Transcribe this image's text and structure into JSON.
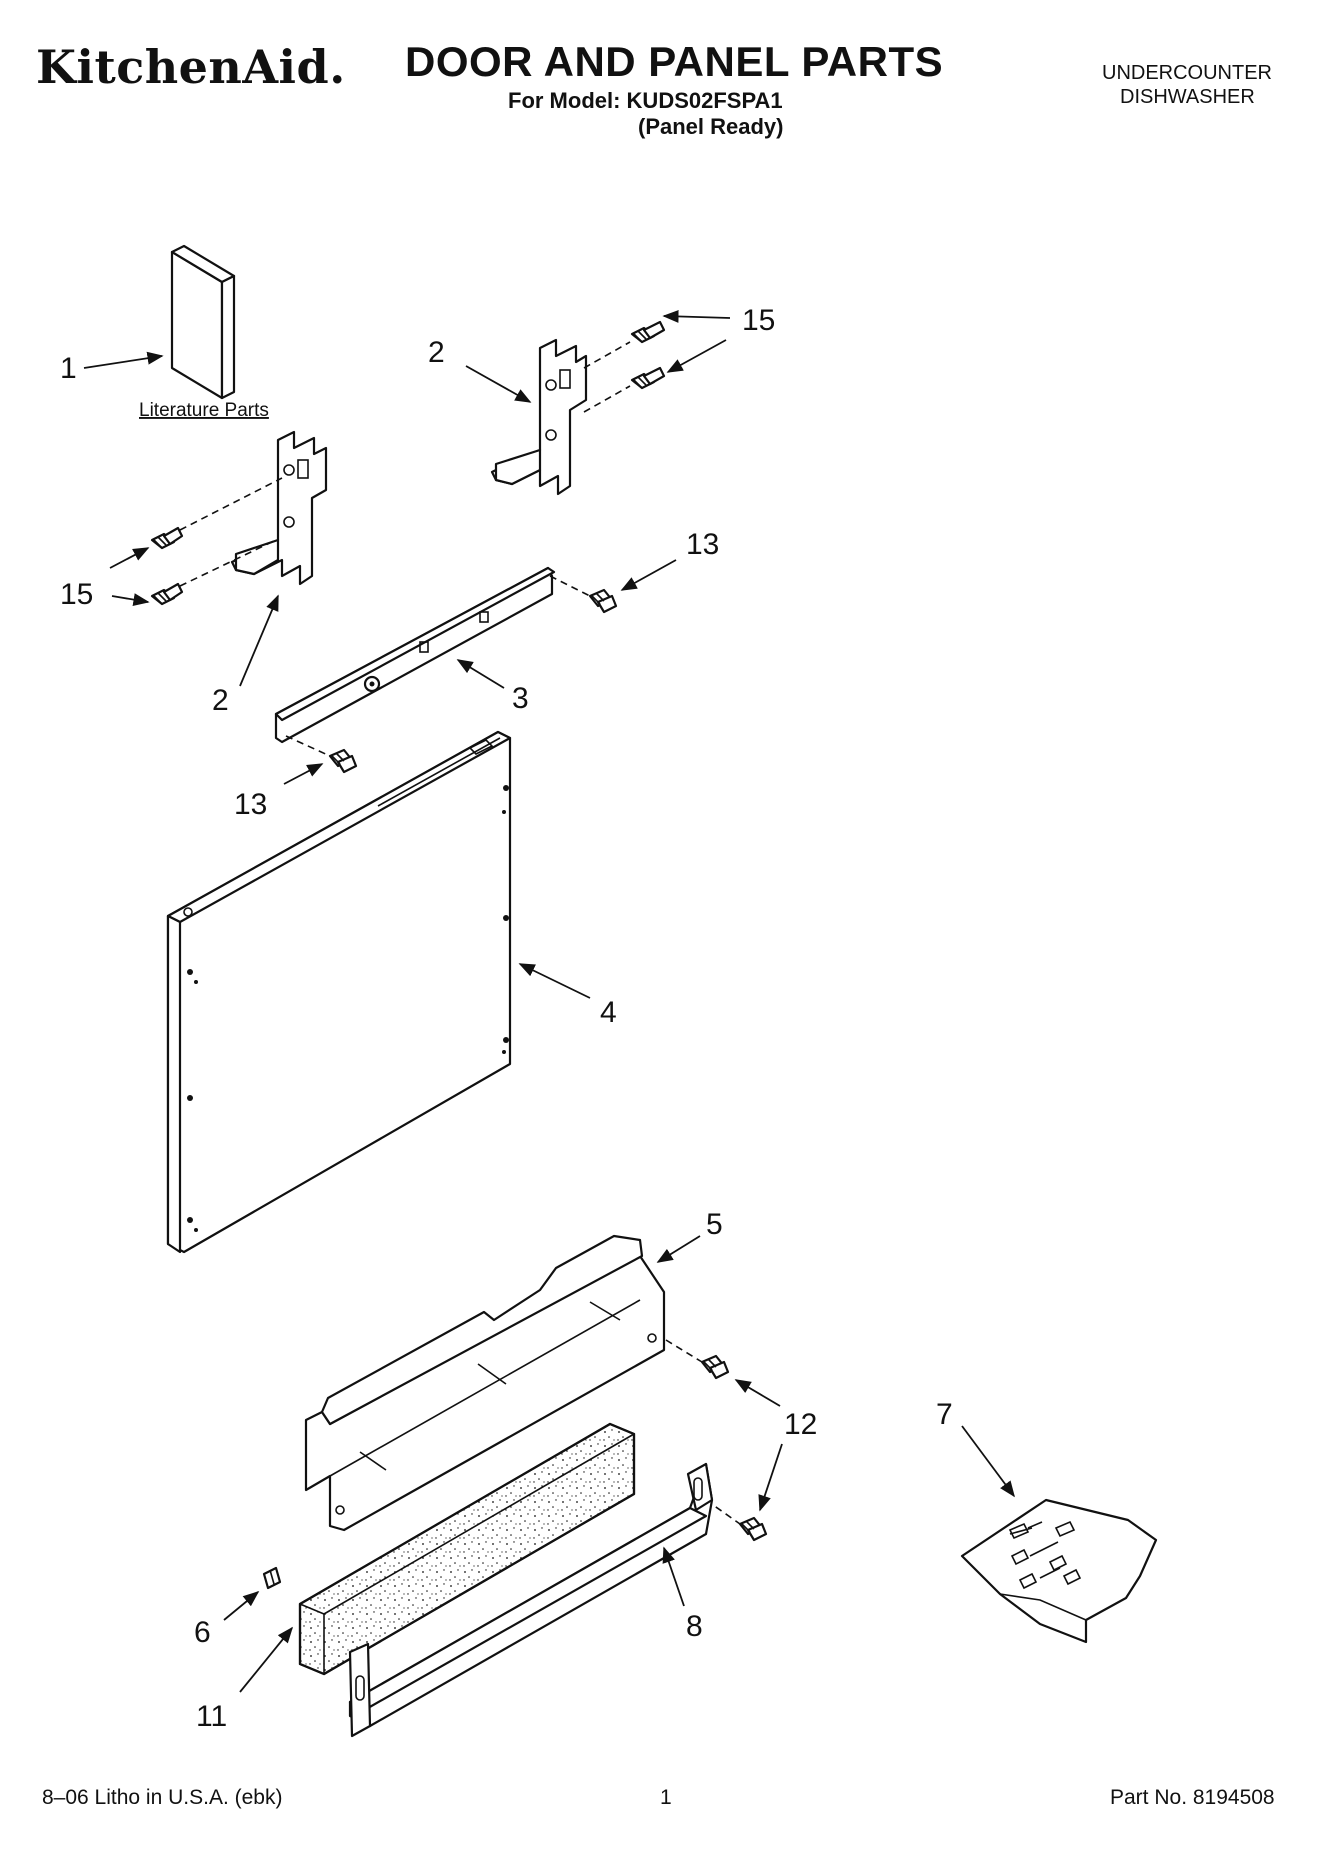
{
  "header": {
    "brand": "KitchenAid.",
    "title": "DOOR AND PANEL PARTS",
    "model_line": "For Model: KUDS02FSPA1",
    "variant": "(Panel Ready)",
    "category_line1": "UNDERCOUNTER",
    "category_line2": "DISHWASHER"
  },
  "diagram": {
    "literature_label": "Literature Parts",
    "callouts": {
      "c1": "1",
      "c2a": "2",
      "c2b": "2",
      "c3": "3",
      "c4": "4",
      "c5": "5",
      "c6": "6",
      "c7": "7",
      "c8": "8",
      "c11": "11",
      "c12": "12",
      "c13a": "13",
      "c13b": "13",
      "c15a": "15",
      "c15b": "15"
    }
  },
  "footer": {
    "litho": "8–06 Litho in U.S.A. (ebk)",
    "page": "1",
    "part_no": "Part No. 8194508"
  }
}
